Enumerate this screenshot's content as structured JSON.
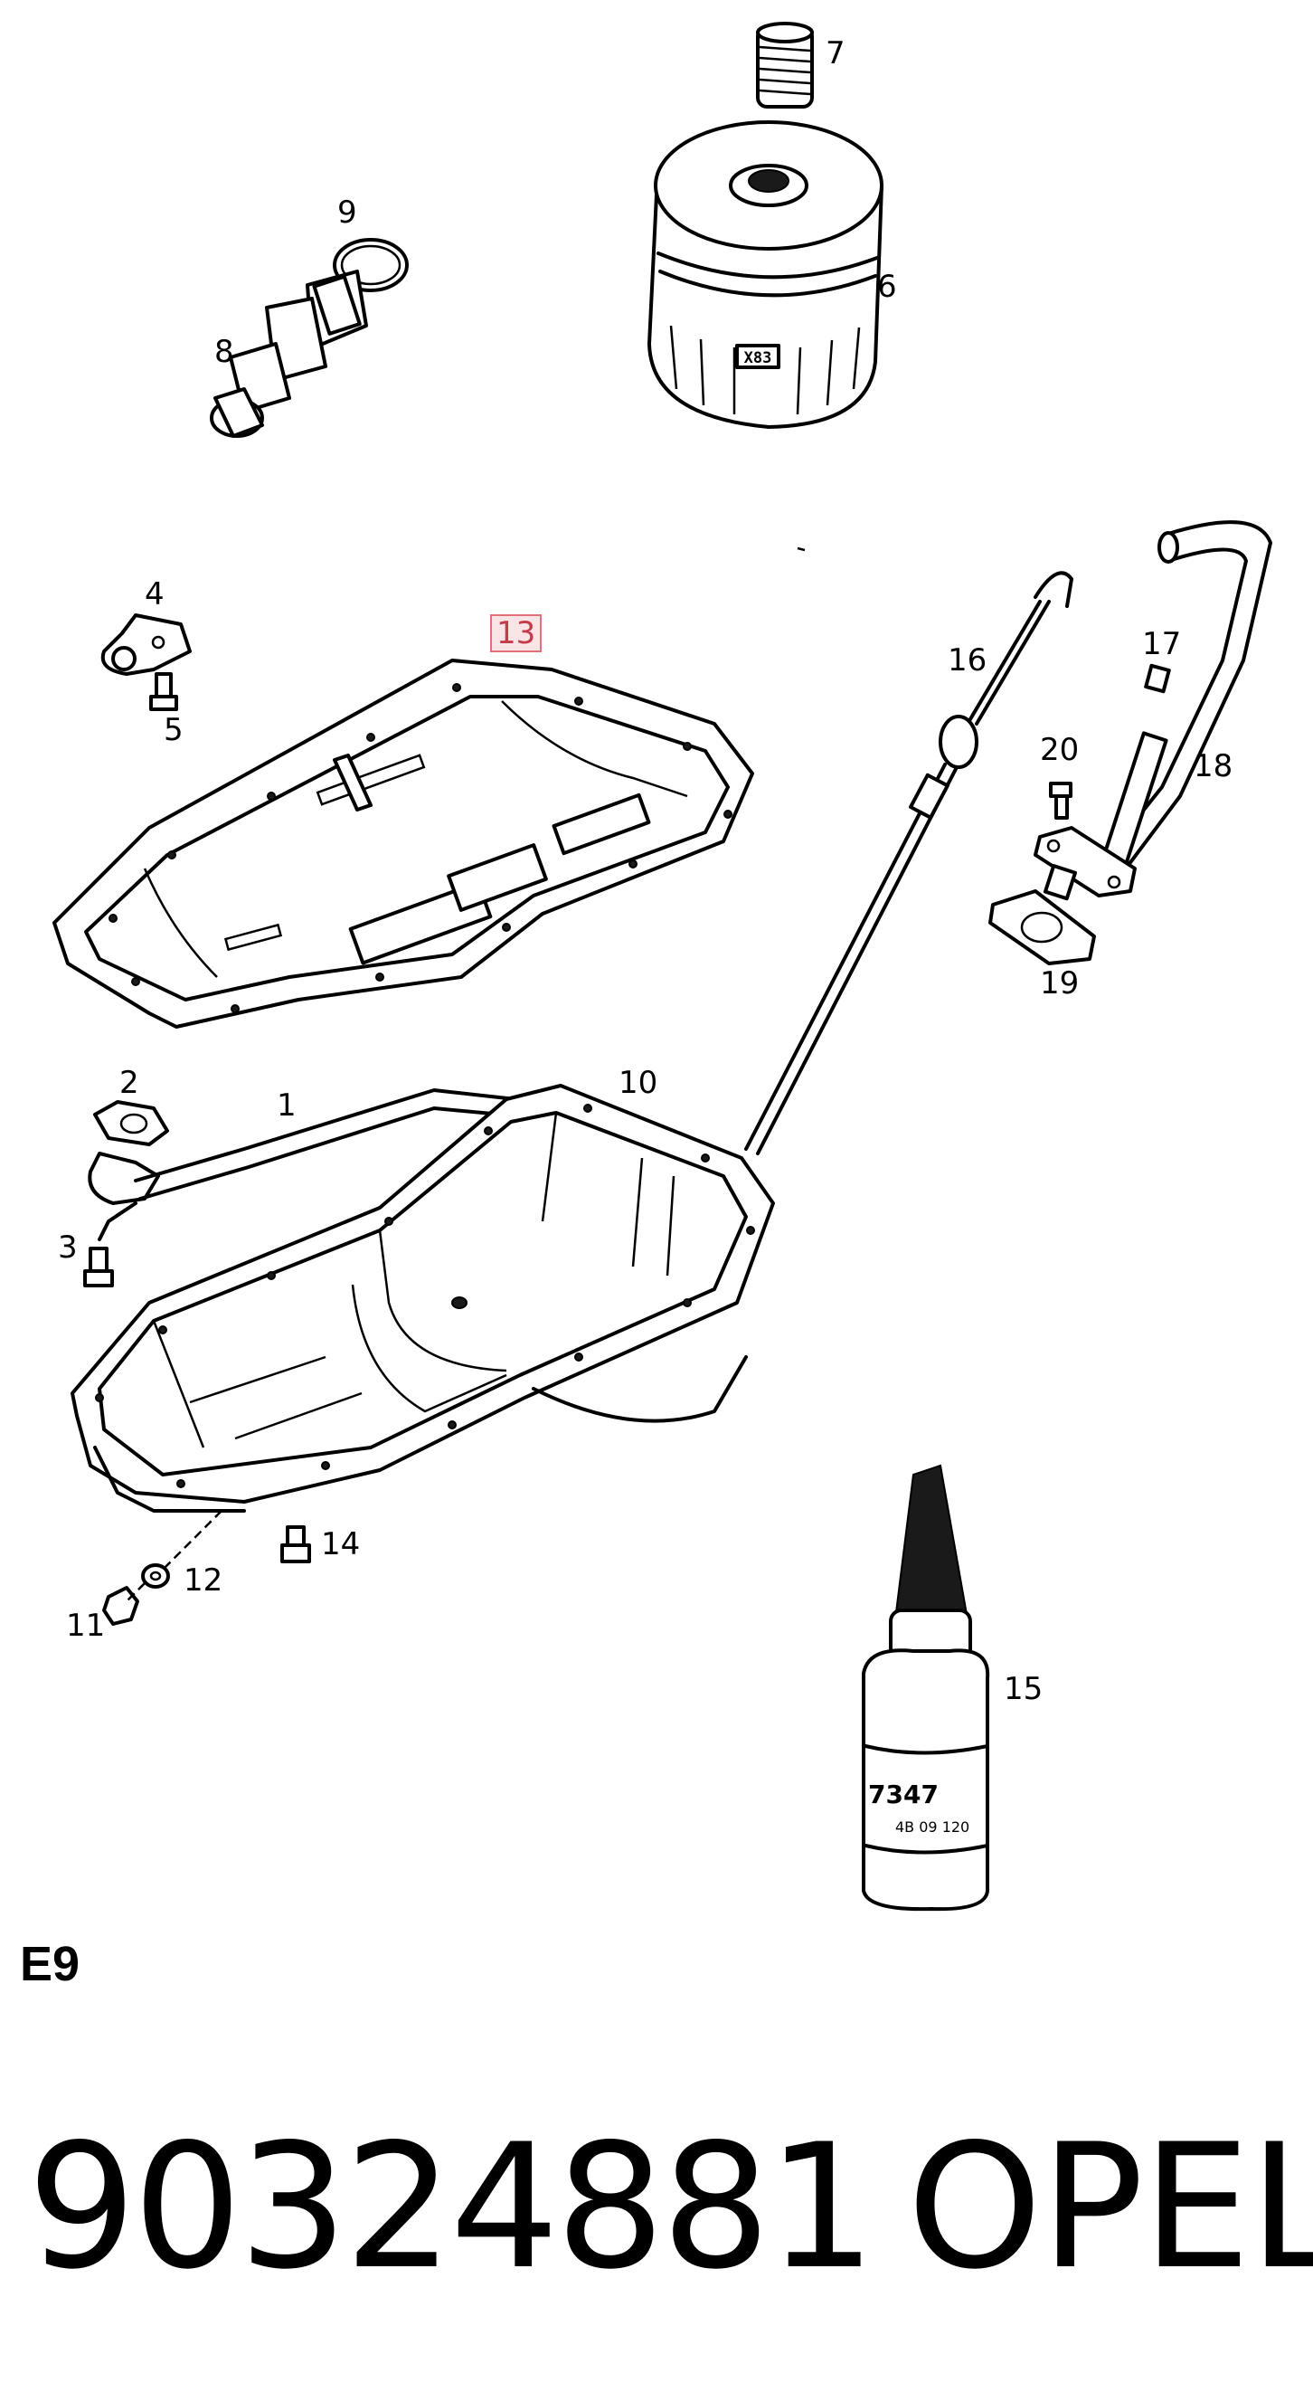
{
  "diagram": {
    "callouts": [
      {
        "id": "7",
        "label": "7"
      },
      {
        "id": "6",
        "label": "6"
      },
      {
        "id": "9",
        "label": "9"
      },
      {
        "id": "8",
        "label": "8"
      },
      {
        "id": "4",
        "label": "4"
      },
      {
        "id": "5",
        "label": "5"
      },
      {
        "id": "13",
        "label": "13",
        "highlighted": true
      },
      {
        "id": "16",
        "label": "16"
      },
      {
        "id": "17",
        "label": "17"
      },
      {
        "id": "20",
        "label": "20"
      },
      {
        "id": "18",
        "label": "18"
      },
      {
        "id": "19",
        "label": "19"
      },
      {
        "id": "2",
        "label": "2"
      },
      {
        "id": "1",
        "label": "1"
      },
      {
        "id": "10",
        "label": "10"
      },
      {
        "id": "3",
        "label": "3"
      },
      {
        "id": "14",
        "label": "14"
      },
      {
        "id": "12",
        "label": "12"
      },
      {
        "id": "11",
        "label": "11"
      },
      {
        "id": "15",
        "label": "15"
      }
    ],
    "filter_marking": "X83",
    "bottle_marking_1": "7347",
    "bottle_marking_2": "4B 09 120",
    "highlight_color": "#e0707a"
  },
  "footer": {
    "diagram_code": "E9",
    "part_number": "90324881",
    "brand": "OPEL"
  }
}
